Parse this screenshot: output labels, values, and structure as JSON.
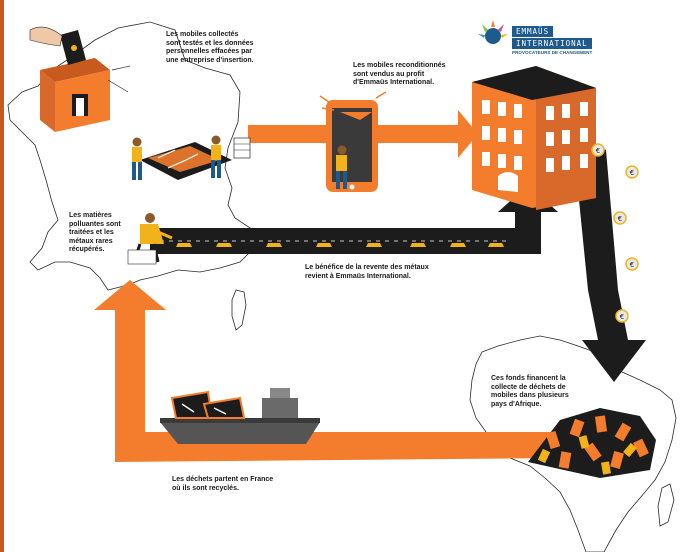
{
  "colors": {
    "orange": "#f37d2c",
    "dark": "#1c1c1c",
    "gold": "#f2b31a",
    "logo_blue": "#1f5a8c",
    "strip": "#c85a1e",
    "outline": "#2a2a2a"
  },
  "logo": {
    "line1": "EMMAÜS",
    "line2": "INTERNATIONAL",
    "tagline": "PROVOCATEURS DE CHANGEMENT"
  },
  "captions": {
    "collect": [
      "Les mobiles collectés",
      "sont testés et les données",
      "personnelles effacées par",
      "une entreprise d'insertion."
    ],
    "resell": [
      "Les mobiles reconditionnés",
      "sont vendus au profit",
      "d'Emmaüs International."
    ],
    "metals": [
      "Les matières",
      "polluantes sont",
      "traitées et les",
      "métaux rares",
      "récupérés."
    ],
    "benefit": [
      "Le bénéfice de la revente des métaux",
      "revient à Emmaüs International."
    ],
    "funds": [
      "Ces fonds financent la",
      "collecte de déchets de",
      "mobiles dans plusieurs",
      "pays d'Afrique."
    ],
    "waste": [
      "Les déchets partent en France",
      "où ils sont recyclés."
    ]
  },
  "icons": {
    "coin": "euro-coin-icon",
    "ingot": "metal-ingot-icon",
    "phone": "smartphone-icon",
    "box": "collection-box-icon",
    "ship": "cargo-ship-icon",
    "building": "building-icon",
    "logo_mark": "emmaus-logo-icon"
  },
  "coin_symbol": "€"
}
